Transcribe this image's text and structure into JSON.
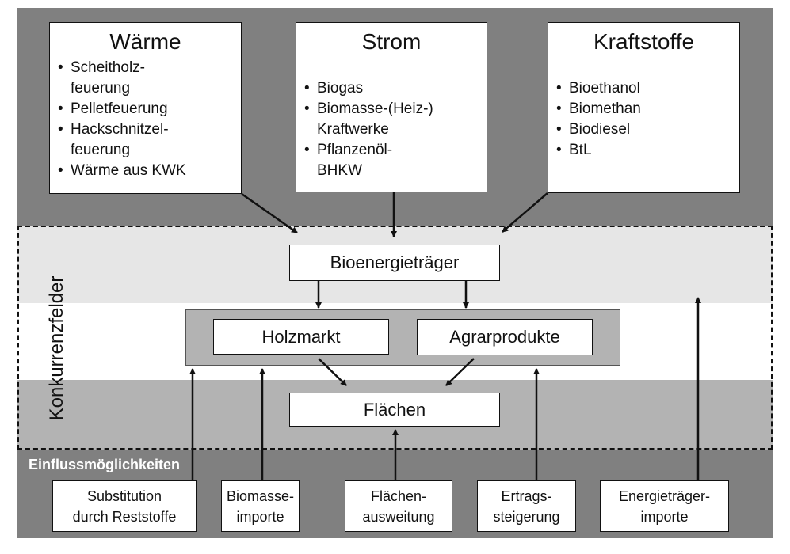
{
  "top_categories": [
    {
      "title": "Wärme",
      "items": [
        "Scheitholz-\nfeuerung",
        "Pelletfeuerung",
        "Hackschnitzel-\nfeuerung",
        "Wärme aus KWK"
      ]
    },
    {
      "title": "Strom",
      "items": [
        "Biogas",
        "Biomasse-(Heiz-)\nKraftwerke",
        "Pflanzenöl-\nBHKW"
      ]
    },
    {
      "title": "Kraftstoffe",
      "items": [
        "Bioethanol",
        "Biomethan",
        "Biodiesel",
        "BtL"
      ]
    }
  ],
  "competition": {
    "label": "Konkurrenzfelder",
    "bioenergy_carrier": "Bioenergieträger",
    "wood_market": "Holzmarkt",
    "agricultural_products": "Agrarprodukte",
    "land": "Flächen"
  },
  "influence": {
    "label": "Einflussmöglichkeiten",
    "options": [
      "Substitution\ndurch Reststoffe",
      "Biomasse-\nimporte",
      "Flächen-\nausweitung",
      "Ertrags-\nsteigerung",
      "Energieträger-\nimporte"
    ]
  }
}
